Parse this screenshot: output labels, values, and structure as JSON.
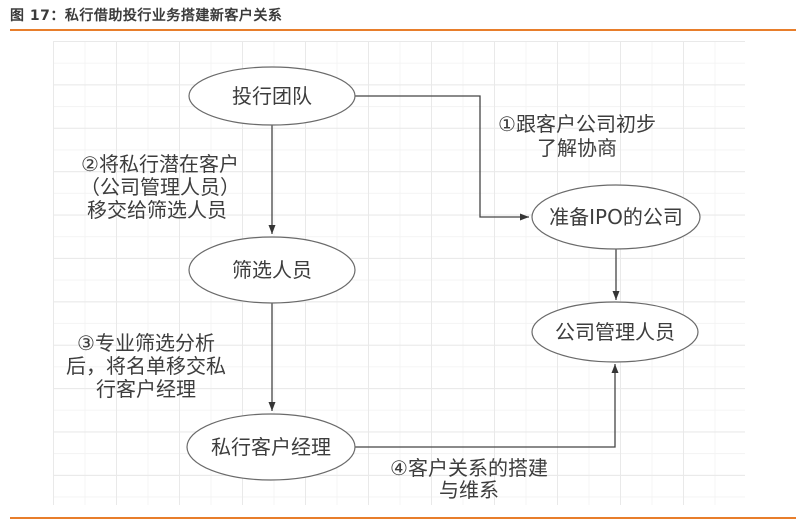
{
  "header": {
    "title": "图 17：私行借助投行业务搭建新客户关系"
  },
  "colors": {
    "accent": "#e87e2b",
    "diagram_text": "#3d3d3d",
    "node_stroke": "#6a6a6a",
    "edge": "#454545"
  },
  "diagram": {
    "nodes": {
      "investment_banking_team": "投行团队",
      "ipo_company": "准备IPO的公司",
      "screening_staff": "筛选人员",
      "company_management": "公司管理人员",
      "private_banking_manager": "私行客户经理"
    },
    "labels": {
      "step1": {
        "lines": [
          "①跟客户公司初步",
          "了解协商"
        ]
      },
      "step2": {
        "lines": [
          "②将私行潜在客户",
          "（公司管理人员）",
          "移交给筛选人员"
        ]
      },
      "step3": {
        "lines": [
          "③专业筛选分析",
          "后，将名单移交私",
          "行客户经理"
        ]
      },
      "step4": {
        "lines": [
          "④客户关系的搭建",
          "与维系"
        ]
      }
    },
    "edges": [
      {
        "from": "投行团队",
        "to": "准备IPO的公司",
        "label": "①跟客户公司初步了解协商"
      },
      {
        "from": "投行团队",
        "to": "筛选人员",
        "label": "②将私行潜在客户（公司管理人员）移交给筛选人员"
      },
      {
        "from": "筛选人员",
        "to": "私行客户经理",
        "label": "③专业筛选分析后，将名单移交私行客户经理"
      },
      {
        "from": "私行客户经理",
        "to": "公司管理人员",
        "label": "④客户关系的搭建与维系"
      },
      {
        "from": "准备IPO的公司",
        "to": "公司管理人员",
        "label": ""
      }
    ]
  }
}
